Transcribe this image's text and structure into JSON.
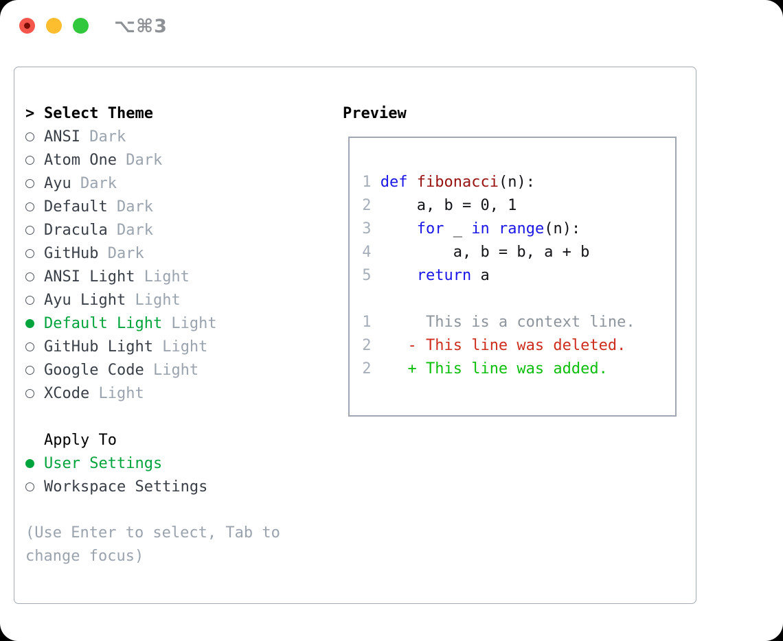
{
  "window": {
    "shortcut": "⌥⌘3",
    "traffic_lights": {
      "close": "close-button",
      "minimize": "minimize-button",
      "zoom": "zoom-button"
    }
  },
  "theme_panel": {
    "title_prefix": ">",
    "title": "Select Theme",
    "themes": [
      {
        "name": "ANSI",
        "tag": "Dark",
        "selected": false
      },
      {
        "name": "Atom One",
        "tag": "Dark",
        "selected": false
      },
      {
        "name": "Ayu",
        "tag": "Dark",
        "selected": false
      },
      {
        "name": "Default",
        "tag": "Dark",
        "selected": false
      },
      {
        "name": "Dracula",
        "tag": "Dark",
        "selected": false
      },
      {
        "name": "GitHub",
        "tag": "Dark",
        "selected": false
      },
      {
        "name": "ANSI Light",
        "tag": "Light",
        "selected": false
      },
      {
        "name": "Ayu Light",
        "tag": "Light",
        "selected": false
      },
      {
        "name": "Default Light",
        "tag": "Light",
        "selected": true
      },
      {
        "name": "GitHub Light",
        "tag": "Light",
        "selected": false
      },
      {
        "name": "Google Code",
        "tag": "Light",
        "selected": false
      },
      {
        "name": "XCode",
        "tag": "Light",
        "selected": false
      }
    ],
    "apply_to": {
      "title": "Apply To",
      "options": [
        {
          "name": "User Settings",
          "selected": true
        },
        {
          "name": "Workspace Settings",
          "selected": false
        }
      ]
    },
    "hint": "(Use Enter to select, Tab to change focus)"
  },
  "preview": {
    "title": "Preview",
    "lines": [
      {
        "num": "1",
        "segments": [
          {
            "t": "def",
            "c": "kw"
          },
          {
            "t": " ",
            "c": "code"
          },
          {
            "t": "fibonacci",
            "c": "fn"
          },
          {
            "t": "(n):",
            "c": "code"
          }
        ]
      },
      {
        "num": "2",
        "segments": [
          {
            "t": "    a, b = 0, 1",
            "c": "code"
          }
        ]
      },
      {
        "num": "3",
        "segments": [
          {
            "t": "    ",
            "c": "code"
          },
          {
            "t": "for",
            "c": "kw"
          },
          {
            "t": " _ ",
            "c": "code"
          },
          {
            "t": "in",
            "c": "kw"
          },
          {
            "t": " ",
            "c": "code"
          },
          {
            "t": "range",
            "c": "kw"
          },
          {
            "t": "(n):",
            "c": "code"
          }
        ]
      },
      {
        "num": "4",
        "segments": [
          {
            "t": "        a, b = b, a + b",
            "c": "code"
          }
        ]
      },
      {
        "num": "5",
        "segments": [
          {
            "t": "    ",
            "c": "code"
          },
          {
            "t": "return",
            "c": "kw"
          },
          {
            "t": " a",
            "c": "code"
          }
        ]
      },
      {
        "num": "",
        "segments": []
      },
      {
        "num": "1",
        "segments": [
          {
            "t": "     This is a context line.",
            "c": "ctx"
          }
        ]
      },
      {
        "num": "2",
        "segments": [
          {
            "t": "   - This line was deleted.",
            "c": "del"
          }
        ]
      },
      {
        "num": "2",
        "segments": [
          {
            "t": "   + This line was added.",
            "c": "add"
          }
        ]
      }
    ]
  },
  "colors": {
    "accent_green": "#00a43c",
    "keyword_blue": "#1a16e8",
    "function_red": "#981210",
    "diff_red": "#ce2d1d",
    "diff_green": "#0bbf0b",
    "muted_gray": "#9aa3ae",
    "panel_border": "#a3aab5",
    "traffic_red": "#f4564c",
    "traffic_yellow": "#fcbd2e",
    "traffic_green": "#31c83e"
  }
}
